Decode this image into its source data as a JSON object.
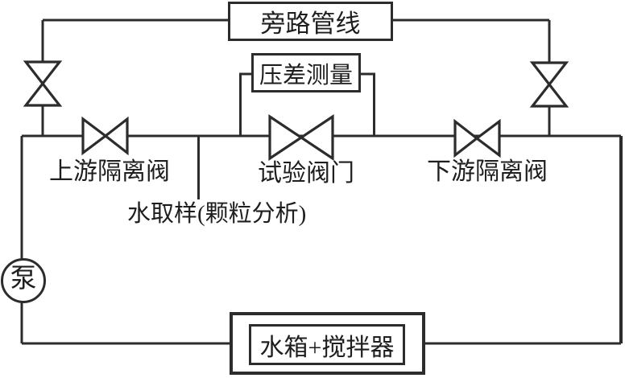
{
  "boxes": {
    "bypass": {
      "label": "旁路管线"
    },
    "dp": {
      "label": "压差测量"
    },
    "tank": {
      "label": "水箱+搅拌器"
    }
  },
  "pump": {
    "label": "泵"
  },
  "labels": {
    "upstream_valve": "上游隔离阀",
    "test_valve": "试验阀门",
    "downstream_valve": "下游隔离阀",
    "water_sampling": "水取样(颗粒分析)"
  },
  "colors": {
    "line": "#2c2c2c",
    "text": "#1e1e1e",
    "background": "#ffffff"
  }
}
